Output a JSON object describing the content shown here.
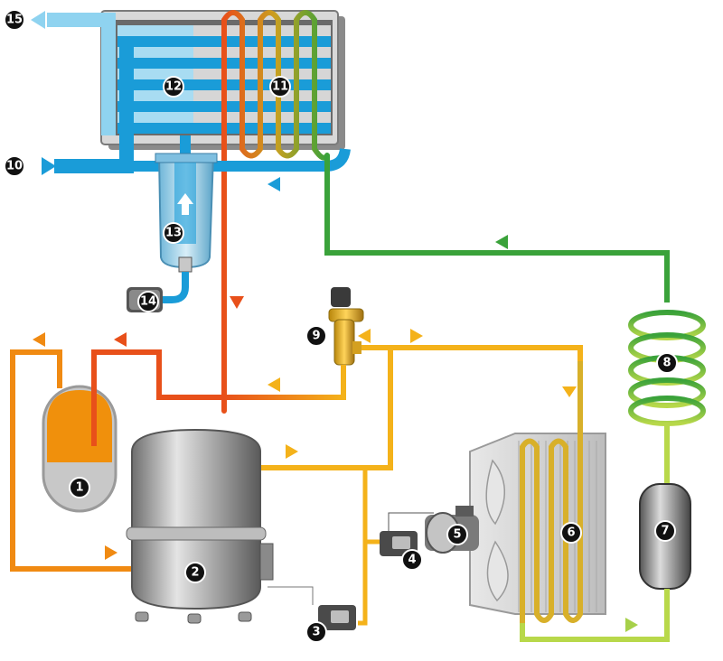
{
  "colors": {
    "cold_water": "#1a9cd8",
    "cold_light": "#8fd3f0",
    "hot_orange": "#f08a12",
    "red_orange": "#e8501a",
    "yellow": "#f4b21a",
    "green": "#3aa23a",
    "light_green": "#a6d04a",
    "gray_body": "#9a9a9a",
    "dark": "#2a2a2a"
  },
  "components": [
    {
      "id": "1",
      "label": "1"
    },
    {
      "id": "2",
      "label": "2"
    },
    {
      "id": "3",
      "label": "3"
    },
    {
      "id": "4",
      "label": "4"
    },
    {
      "id": "5",
      "label": "5"
    },
    {
      "id": "6",
      "label": "6"
    },
    {
      "id": "7",
      "label": "7"
    },
    {
      "id": "8",
      "label": "8"
    },
    {
      "id": "9",
      "label": "9"
    },
    {
      "id": "10",
      "label": "10"
    },
    {
      "id": "11",
      "label": "11"
    },
    {
      "id": "12",
      "label": "12"
    },
    {
      "id": "13",
      "label": "13"
    },
    {
      "id": "14",
      "label": "14"
    },
    {
      "id": "15",
      "label": "15"
    }
  ]
}
